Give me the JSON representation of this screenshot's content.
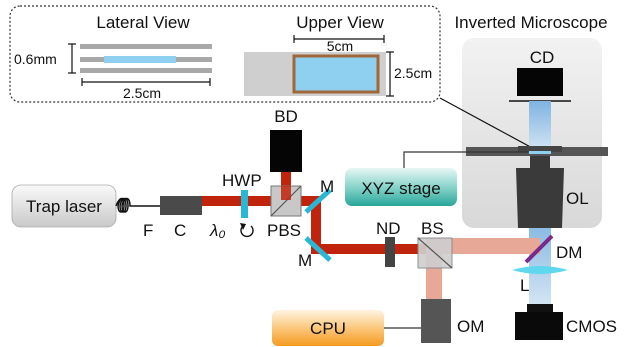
{
  "inset": {
    "lateral_title": "Lateral View",
    "lateral_height": "0.6mm",
    "lateral_width": "2.5cm",
    "upper_title": "Upper View",
    "upper_top": "5cm",
    "upper_side": "2.5cm"
  },
  "microscope": {
    "title": "Inverted Microscope",
    "cd": "CD",
    "ol": "OL"
  },
  "labels": {
    "bd": "BD",
    "hwp": "HWP",
    "m_upper": "M",
    "m_lower": "M",
    "xyz": "XYZ stage",
    "trap": "Trap laser",
    "f": "F",
    "c": "C",
    "lambda": "λ₀",
    "pbs": "PBS",
    "nd": "ND",
    "bs": "BS",
    "dm": "DM",
    "l": "L",
    "cpu": "CPU",
    "om": "OM",
    "cmos": "CMOS"
  },
  "colors": {
    "trap_beam": "#c0240c",
    "weak_beam": "#e8a898",
    "imaging_beam": "#a9cbe8",
    "sample": "#8fd0f0",
    "component": "#3a3a3a",
    "wave_plate": "#2ab7d6",
    "mirror": "#2ab7d6",
    "dichroic": "#7a2a8a",
    "xyz_box": "#2aa69a",
    "cpu_box": "#f59a20"
  }
}
